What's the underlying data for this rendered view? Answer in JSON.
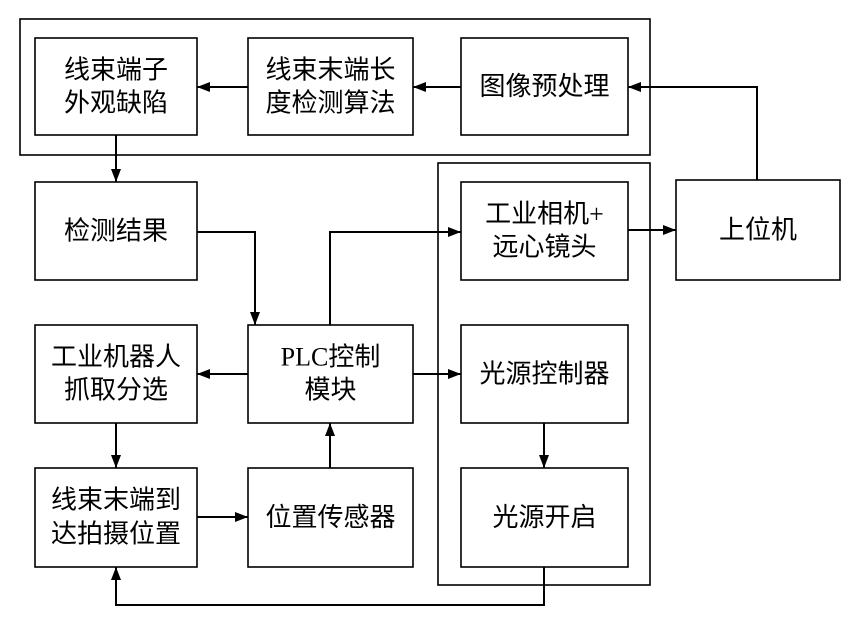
{
  "nodes": {
    "defect": {
      "lines": [
        "线束端子",
        "外观缺陷"
      ]
    },
    "algorithm": {
      "lines": [
        "线束末端长",
        "度检测算法"
      ]
    },
    "preprocess": {
      "lines": [
        "图像预处理"
      ]
    },
    "result": {
      "lines": [
        "检测结果"
      ]
    },
    "camera": {
      "lines": [
        "工业相机+",
        "远心镜头"
      ]
    },
    "host": {
      "lines": [
        "上位机"
      ]
    },
    "robot": {
      "lines": [
        "工业机器人",
        "抓取分选"
      ]
    },
    "plc": {
      "lines": [
        "PLC控制",
        "模块"
      ]
    },
    "light_controller": {
      "lines": [
        "光源控制器"
      ]
    },
    "arrival": {
      "lines": [
        "线束末端到",
        "达拍摄位置"
      ]
    },
    "sensor": {
      "lines": [
        "位置传感器"
      ]
    },
    "light_on": {
      "lines": [
        "光源开启"
      ]
    }
  },
  "colors": {
    "stroke": "#000000",
    "background": "#ffffff"
  }
}
